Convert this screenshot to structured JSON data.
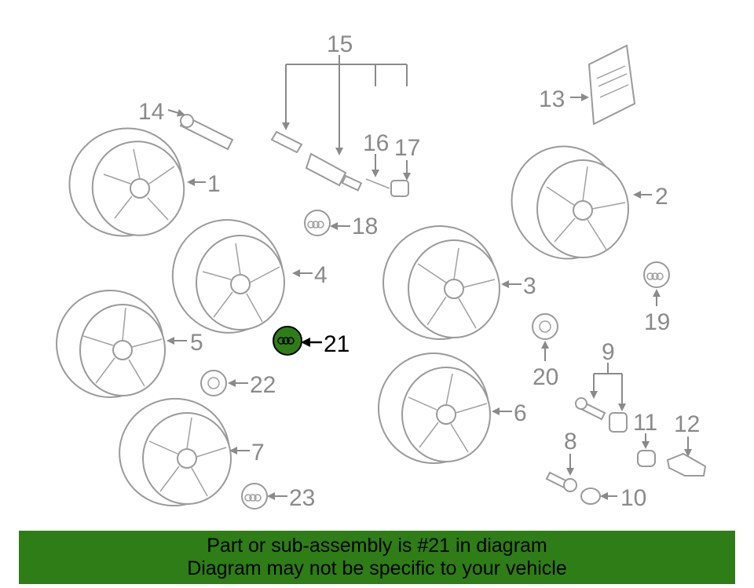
{
  "diagram": {
    "callouts": [
      "1",
      "2",
      "3",
      "4",
      "5",
      "6",
      "7",
      "8",
      "9",
      "10",
      "11",
      "12",
      "13",
      "14",
      "15",
      "16",
      "17",
      "18",
      "19",
      "20",
      "21",
      "22",
      "23"
    ],
    "highlighted_part": "21",
    "highlight_color": "#2e7d16"
  },
  "banner": {
    "line1": "Part or sub-assembly is #21 in diagram",
    "line2": "Diagram may not be specific to your vehicle",
    "background": "#2e7d16"
  }
}
